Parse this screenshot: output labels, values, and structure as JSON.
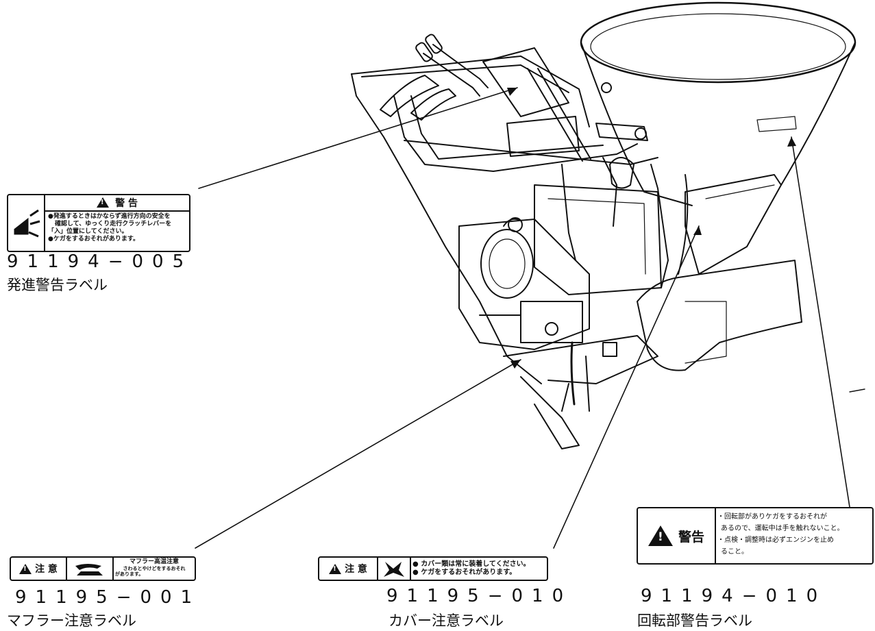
{
  "labels": [
    {
      "id": "start-warning",
      "part_number": "91194−005",
      "name": "発進警告ラベル",
      "header": "警 告",
      "lines": [
        "●発進するときはかならず進行方向の安全を",
        "確認して、ゆっくり走行クラッチレバーを",
        "「入」位置にしてください。",
        "●ケガをするおそれがあります。"
      ]
    },
    {
      "id": "muffler-caution",
      "part_number": "91195−001",
      "name": "マフラー注意ラベル",
      "header": "注 意",
      "title": "マフラー高温注意",
      "lines": [
        "さわるとやけどをするおそれ",
        "があります。"
      ]
    },
    {
      "id": "cover-caution",
      "part_number": "91195−010",
      "name": "カバー注意ラベル",
      "header": "注 意",
      "lines": [
        "● カバー類は常に装着してください。",
        "● ケガをするおそれがあります。"
      ]
    },
    {
      "id": "rotating-warning",
      "part_number": "91194−010",
      "name": "回転部警告ラベル",
      "header": "警告",
      "lines": [
        "・回転部がありケガをするおそれが",
        "あるので、運転中は手を触れないこと。",
        "・点検・調整時は必ずエンジンを止め",
        "ること。"
      ]
    }
  ]
}
